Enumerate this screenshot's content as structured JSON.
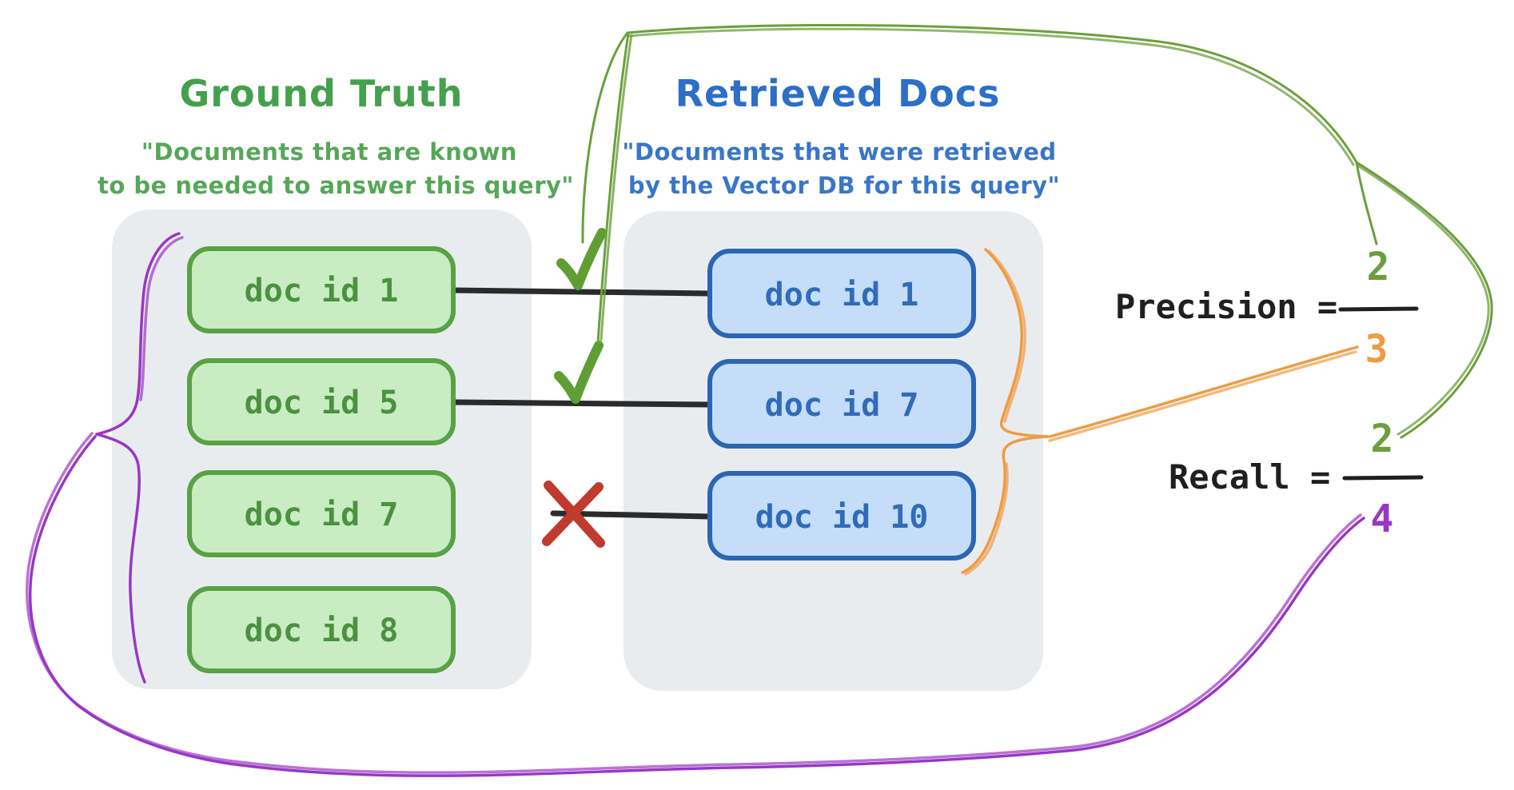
{
  "diagram": {
    "ground_truth": {
      "title": "Ground Truth",
      "quote_line1": "\"Documents that are known",
      "quote_line2": "to be needed to answer this query\"",
      "docs": [
        "doc id 1",
        "doc id 5",
        "doc id 7",
        "doc id 8"
      ]
    },
    "retrieved_docs": {
      "title": "Retrieved Docs",
      "quote_line1": "\"Documents that were retrieved",
      "quote_line2": "by the Vector DB for this query\"",
      "docs": [
        "doc id 1",
        "doc id 7",
        "doc id 10"
      ]
    },
    "formulas": {
      "precision": {
        "label": "Precision =",
        "numerator": "2",
        "denominator": "3"
      },
      "recall": {
        "label": "Recall =",
        "numerator": "2",
        "denominator": "4"
      }
    }
  },
  "colors": {
    "panel_fill": "#e9ecef",
    "green_title": "#44a04c",
    "green_quote": "#4ca350",
    "green_box_fill": "#c9ecc3",
    "green_box_border": "#57a245",
    "green_box_text": "#4c9140",
    "green_mark": "#5f9e33",
    "green_curve": "#6b9f3c",
    "blue_title": "#2d6fc7",
    "blue_quote": "#2d6fc7",
    "blue_box_fill": "#c5ddf8",
    "blue_box_border": "#2b66b4",
    "blue_box_text": "#2f6bba",
    "orange": "#ef9b43",
    "purple": "#9a36c4",
    "red": "#c03a2e",
    "black_text": "#1f1f1f",
    "connector": "#2b2b2b"
  }
}
